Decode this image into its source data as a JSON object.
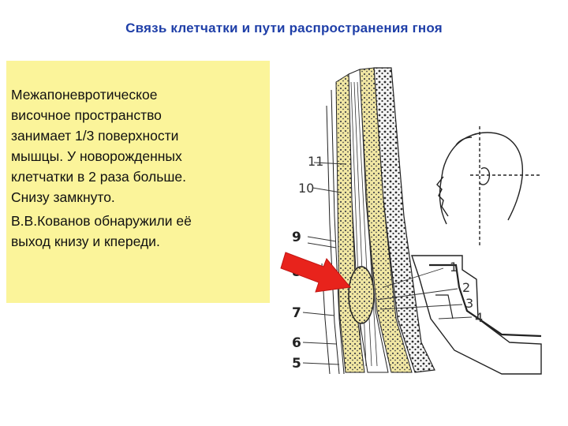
{
  "title": "Связь клетчатки и пути распространения  гноя",
  "textbox": {
    "paragraph1": "Межапоневротическое\nвисочное пространство\nзанимает 1/3  поверхности\nмышцы. У новорожденных\nклетчатки в 2  раза больше.\nСнизу   замкнуто.",
    "paragraph2": "В.В.Кованов  обнаружили   её\nвыход  книзу и кпереди."
  },
  "figure": {
    "labels": [
      "11",
      "10",
      "9",
      "8",
      "7",
      "6",
      "5",
      "1",
      "2",
      "3",
      "4"
    ]
  },
  "colors": {
    "title": "#1f3fa8",
    "textbox_bg": "#fbf49a",
    "arrow": "#e8231c",
    "fat_tissue": "#f1e7a3"
  },
  "icons": {
    "arrow": "red-arrow-icon"
  }
}
